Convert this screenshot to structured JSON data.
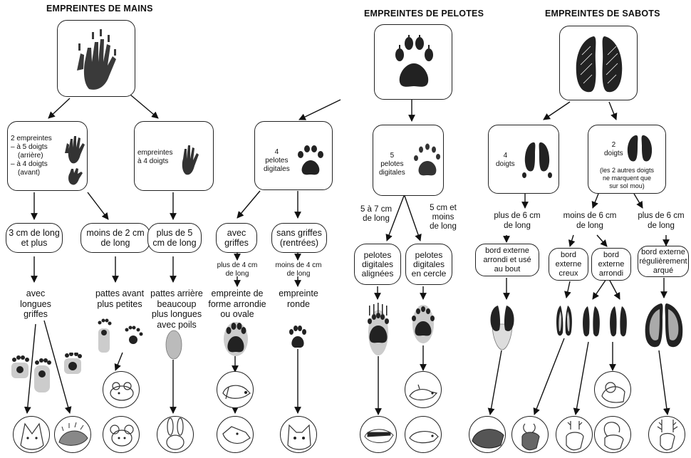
{
  "headers": {
    "mains": "EMPREINTES DE MAINS",
    "pelotes": "EMPREINTES DE PELOTES",
    "sabots": "EMPREINTES DE SABOTS"
  },
  "level2": {
    "mains_a": {
      "line1": "2 empreintes",
      "line2": "– à 5 doigts",
      "line3": "(arrière)",
      "line4": "– à 4 doigts",
      "line5": "(avant)"
    },
    "mains_b": {
      "line1": "empreintes",
      "line2": "à 4 doigts"
    },
    "pelotes_4": {
      "line1": "4",
      "line2": "pelotes",
      "line3": "digitales"
    },
    "pelotes_5": {
      "line1": "5",
      "line2": "pelotes",
      "line3": "digitales"
    },
    "sabots_4": {
      "line1": "4",
      "line2": "doigts"
    },
    "sabots_2": {
      "line1": "2",
      "line2": "doigts",
      "line3": "(les 2 autres doigts",
      "line4": "ne marquent que",
      "line5": "sur sol mou)"
    }
  },
  "level3": {
    "a1": {
      "l1": "3 cm de long",
      "l2": "et plus"
    },
    "a2": {
      "l1": "moins de 2 cm",
      "l2": "de long"
    },
    "a3": {
      "l1": "plus de 5",
      "l2": "cm de long"
    },
    "b1": {
      "l1": "avec",
      "l2": "griffes"
    },
    "b2": {
      "l1": "sans griffes",
      "l2": "(rentrées)"
    },
    "c1": {
      "l1": "5 à 7 cm",
      "l2": "de long"
    },
    "c2": {
      "l1": "5 cm et",
      "l2": "moins",
      "l3": "de long"
    },
    "d1": {
      "l1": "plus de 6 cm",
      "l2": "de long"
    },
    "d2": {
      "l1": "moins de 6 cm",
      "l2": "de long"
    },
    "d3": {
      "l1": "plus de 6 cm",
      "l2": "de long"
    }
  },
  "level4": {
    "b1_sub": {
      "l1": "plus de 4 cm",
      "l2": "de long"
    },
    "b2_sub": {
      "l1": "moins de 4 cm",
      "l2": "de long"
    },
    "c1": {
      "l1": "pelotes",
      "l2": "digitales",
      "l3": "alignées"
    },
    "c2": {
      "l1": "pelotes",
      "l2": "digitales",
      "l3": "en cercle"
    },
    "d1": {
      "l1": "bord externe",
      "l2": "arrondi et usé",
      "l3": "au bout"
    },
    "d2a": {
      "l1": "bord",
      "l2": "externe",
      "l3": "creux"
    },
    "d2b": {
      "l1": "bord",
      "l2": "externe",
      "l3": "arrondi"
    },
    "d3": {
      "l1": "bord externe",
      "l2": "régulièrement",
      "l3": "arqué"
    }
  },
  "descriptions": {
    "a1": {
      "l1": "avec",
      "l2": "longues",
      "l3": "griffes"
    },
    "a2": {
      "l1": "pattes avant",
      "l2": "plus petites"
    },
    "a3": {
      "l1": "pattes arrière",
      "l2": "beaucoup",
      "l3": "plus longues",
      "l4": "avec poils"
    },
    "b1": {
      "l1": "empreinte de",
      "l2": "forme arrondie",
      "l3": "ou ovale"
    },
    "b2": {
      "l1": "empreinte",
      "l2": "ronde"
    }
  }
}
